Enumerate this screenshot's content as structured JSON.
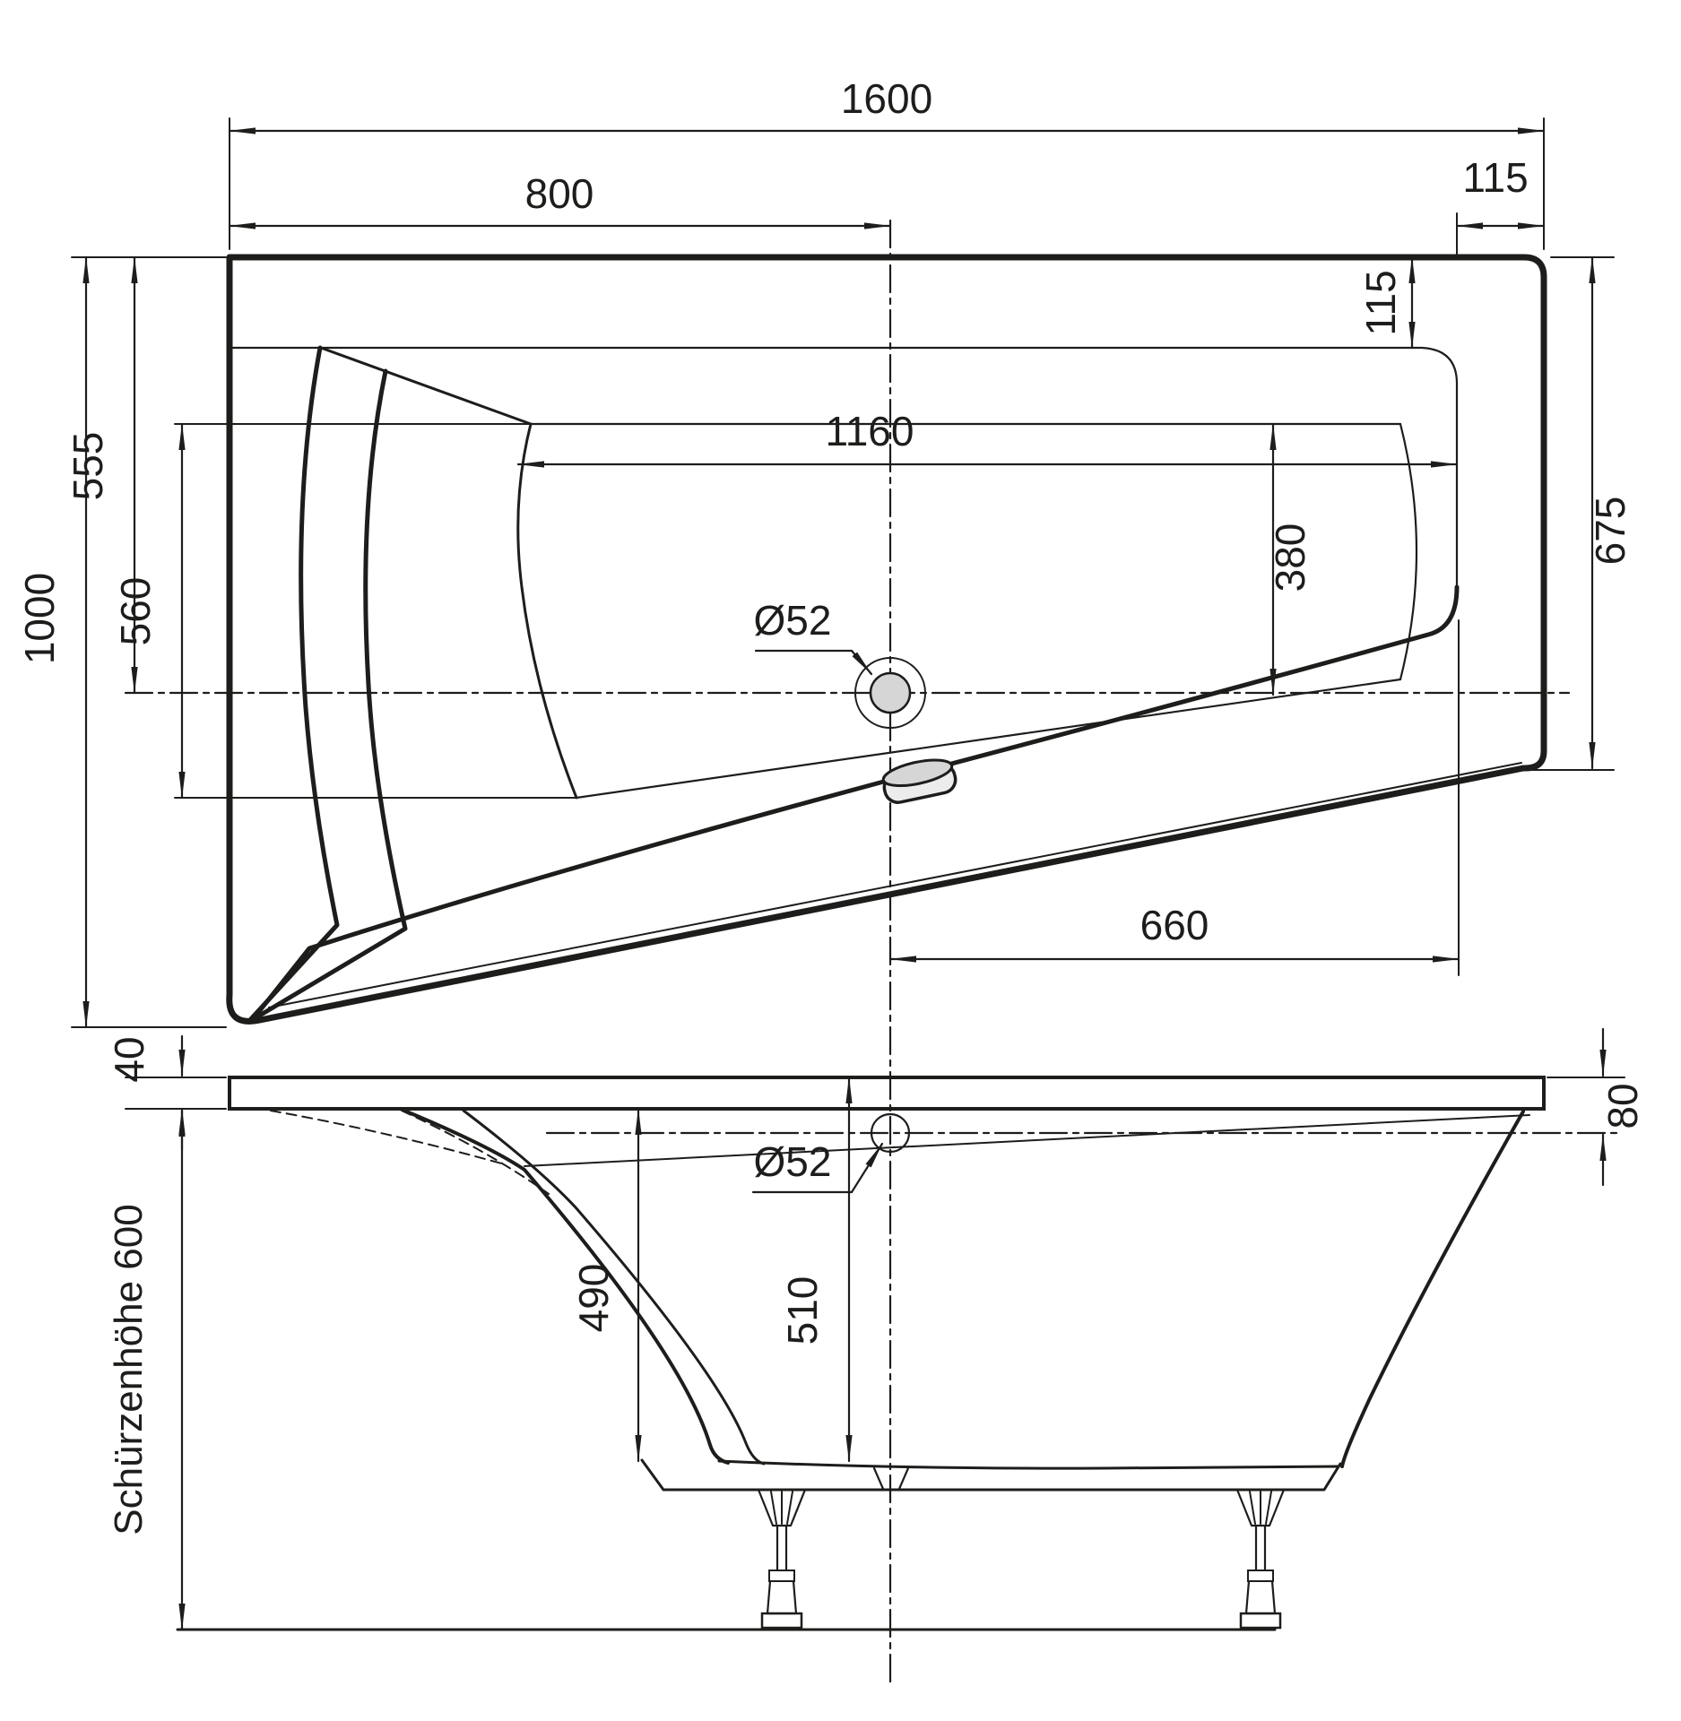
{
  "drawing": {
    "type": "bathtub-installation-drawing",
    "views": [
      "top-view",
      "front-view"
    ],
    "colors": {
      "line": "#1d1d1b",
      "background": "#ffffff",
      "fill_light": "#ececec",
      "fill_mid": "#d6d6d6"
    },
    "top_view": {
      "overall_length": "1600",
      "length_to_center": "800",
      "rim_width_top_right": "115",
      "rim_width_right_vertical": "115",
      "inner_length": "1160",
      "inner_width_right": "380",
      "right_side_length": "675",
      "overall_width": "1000",
      "center_offset": "555",
      "inner_width_left": "560",
      "drain_diameter": "Ø52",
      "drain_to_inner_edge": "660"
    },
    "front_view": {
      "rim_thickness": "40",
      "apron_height": "Schürzenhöhe 600",
      "inner_depth": "490",
      "depth_at_center": "510",
      "drain_diameter": "Ø52",
      "rim_to_drain_axis": "80"
    }
  }
}
